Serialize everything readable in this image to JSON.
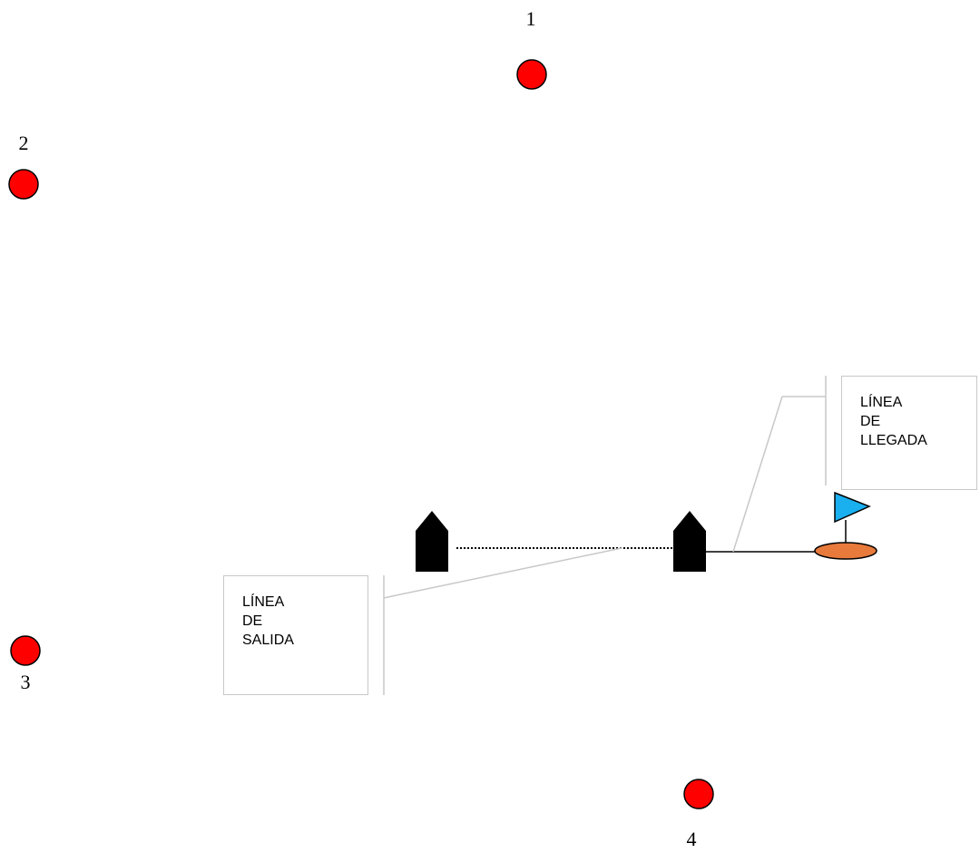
{
  "diagram": {
    "marks": [
      {
        "number": "1",
        "color": "#ff0000"
      },
      {
        "number": "2",
        "color": "#ff0000"
      },
      {
        "number": "3",
        "color": "#ff0000"
      },
      {
        "number": "4",
        "color": "#ff0000"
      }
    ],
    "callouts": {
      "start_line": {
        "text": "LÍNEA\nDE\nSALIDA"
      },
      "finish_line": {
        "text": "LÍNEA\nDE\nLLEGADA"
      }
    },
    "colors": {
      "mark_fill": "#ff0000",
      "boat_fill": "#000000",
      "flag_fill": "#1ab0f0",
      "finish_buoy_fill": "#e87a3c",
      "callout_border": "#c8c8c8"
    }
  }
}
